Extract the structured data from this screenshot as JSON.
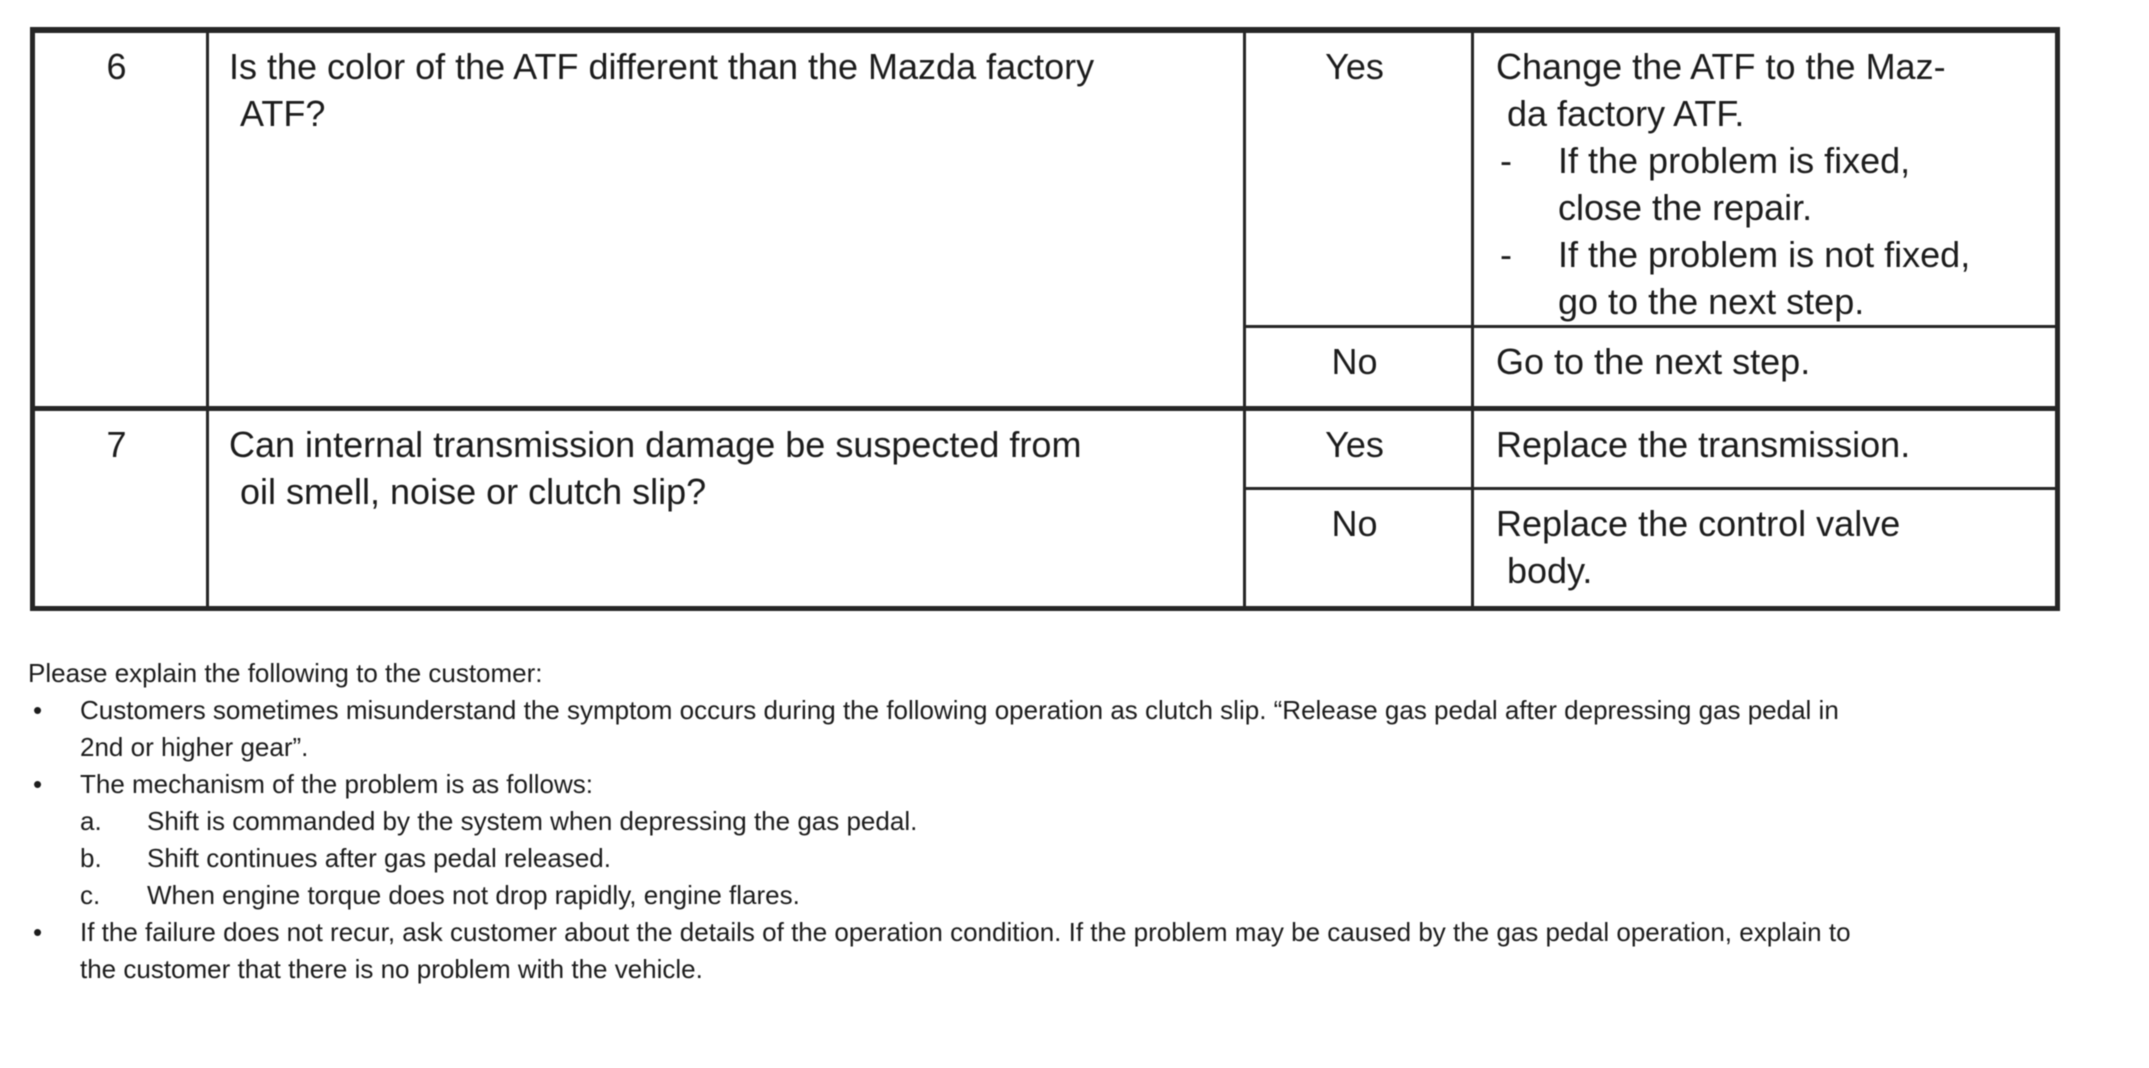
{
  "page": {
    "background": "#ffffff",
    "text_color": "#1c1c1c",
    "border_color": "#262626"
  },
  "table": {
    "dash_char": "-",
    "rows": [
      {
        "step": "6",
        "question_lines": [
          "Is the color of the ATF different than the Mazda factory",
          "ATF?"
        ],
        "branches": [
          {
            "answer": "Yes",
            "action_lines": [
              "Change the ATF to the Maz-",
              "da factory ATF."
            ],
            "dash_items": [
              {
                "lines": [
                  "If the problem is fixed,",
                  "close the repair."
                ]
              },
              {
                "lines": [
                  "If the problem is not fixed,",
                  "go to the next step."
                ]
              }
            ]
          },
          {
            "answer": "No",
            "action_lines": [
              "Go to the next step."
            ]
          }
        ]
      },
      {
        "step": "7",
        "question_lines": [
          "Can internal transmission damage be suspected from",
          "oil smell, noise or clutch slip?"
        ],
        "branches": [
          {
            "answer": "Yes",
            "action_lines": [
              "Replace the transmission."
            ]
          },
          {
            "answer": "No",
            "action_lines": [
              "Replace the control valve",
              "body."
            ]
          }
        ]
      }
    ]
  },
  "notes": {
    "bullet_char": "•",
    "intro": "Please explain the following to the customer:",
    "bullets": [
      {
        "lines": [
          "Customers sometimes misunderstand the symptom occurs during the following operation as clutch slip. “Release gas pedal after depressing gas pedal in",
          "2nd or higher gear”."
        ]
      },
      {
        "lines": [
          "The mechanism of the problem is as follows:"
        ],
        "sub_items": [
          {
            "label": "a.",
            "text": "Shift is commanded by the system when depressing the gas pedal."
          },
          {
            "label": "b.",
            "text": "Shift continues after gas pedal released."
          },
          {
            "label": "c.",
            "text": "When engine torque does not drop rapidly, engine flares."
          }
        ]
      },
      {
        "lines": [
          "If the failure does not recur, ask customer about the details of the operation condition. If the problem may be caused by the gas pedal operation, explain to",
          "the customer that there is no problem with the vehicle."
        ]
      }
    ]
  }
}
